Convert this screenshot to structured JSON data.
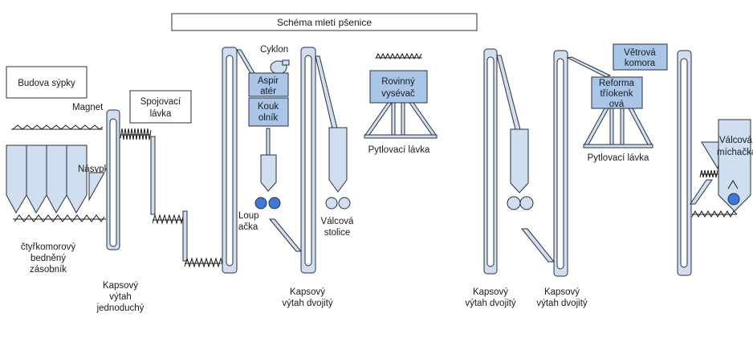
{
  "diagram": {
    "title": "Schéma mletí pšenice",
    "colors": {
      "component_fill": "#cfdff0",
      "component_fill_dark": "#a9c6e8",
      "roller_dark": "#3f78d6",
      "outline": "#2a2f3a"
    },
    "labels": {
      "budova": "Budova sýpky",
      "magnet": "Magnet",
      "spojovaci_1": "Spojovací",
      "spojovaci_2": "lávka",
      "nasypka": "Násypka",
      "zasobnik_1": "čtyřkomorový",
      "zasobnik_2": "bedněný",
      "zasobnik_3": "zásobník",
      "vytah1_1": "Kapsový",
      "vytah1_2": "výtah",
      "vytah1_3": "jednoduchý",
      "cyklon": "Cyklon",
      "aspirator_1": "Aspir",
      "aspirator_2": "atér",
      "koukolnik_1": "Kouk",
      "koukolnik_2": "olník",
      "loupacka_1": "Loup",
      "loupacka_2": "ačka",
      "valcova_stolice_1": "Válcová",
      "valcova_stolice_2": "stolice",
      "vytah2_1": "Kapsový",
      "vytah2_2": "výtah dvojitý",
      "rovinny_1": "Rovinný",
      "rovinny_2": "vysévač",
      "pytlovaci_1": "Pytlovací lávka",
      "vytah3_1": "Kapsový",
      "vytah3_2": "výtah dvojitý",
      "vytah4_1": "Kapsový",
      "vytah4_2": "výtah dvojitý",
      "vetrova_1": "Větrová",
      "vetrova_2": "komora",
      "reforma_1": "Reforma",
      "reforma_2": "tříokenk",
      "reforma_3": "ová",
      "pytlovaci_2": "Pytlovací lávka",
      "michacka_1": "Válcová",
      "michacka_2": "míchačka"
    }
  }
}
